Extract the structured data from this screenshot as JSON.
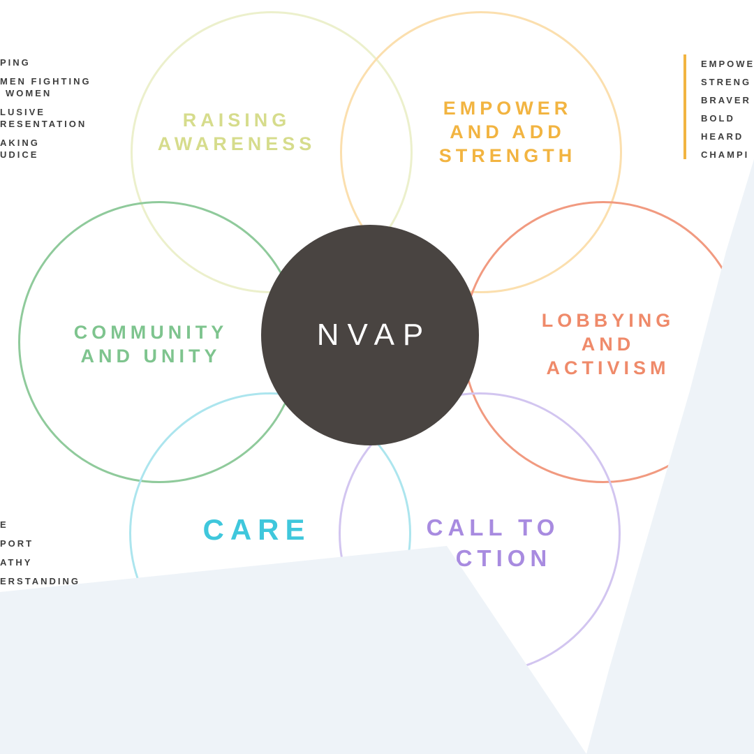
{
  "center": {
    "label": "NVAP"
  },
  "petals": [
    {
      "id": "raising-awareness",
      "lines": [
        "RAISING",
        "AWARENESS"
      ],
      "color": "#d6dc8c"
    },
    {
      "id": "empower",
      "lines": [
        "EMPOWER",
        "AND ADD",
        "STRENGTH"
      ],
      "color": "#f2b441"
    },
    {
      "id": "community",
      "lines": [
        "COMMUNITY",
        "AND UNITY"
      ],
      "color": "#7ec48e"
    },
    {
      "id": "lobbying",
      "lines": [
        "LOBBYING",
        "AND",
        "ACTIVISM"
      ],
      "color": "#ef8a6a"
    },
    {
      "id": "care",
      "lines": [
        "CARE"
      ],
      "color": "#3fc7dc"
    },
    {
      "id": "call-to-action",
      "lines": [
        "CALL TO",
        "ACTION"
      ],
      "color": "#a88be0"
    }
  ],
  "lists": {
    "top_left": [
      "PING",
      "MEN FIGHTING",
      "WOMEN",
      "LUSIVE",
      "RESENTATION",
      "AKING",
      "UDICE"
    ],
    "top_right": [
      "EMPOWE",
      "STRENG",
      "BRAVER",
      "BOLD",
      "HEARD",
      "CHAMPI"
    ],
    "bottom_left": [
      "E",
      "PORT",
      "ATHY",
      "ERSTANDING"
    ]
  },
  "colors": {
    "hub": "#494441",
    "overlay": "#eef3f8",
    "accent_bar": "#f2b441"
  }
}
